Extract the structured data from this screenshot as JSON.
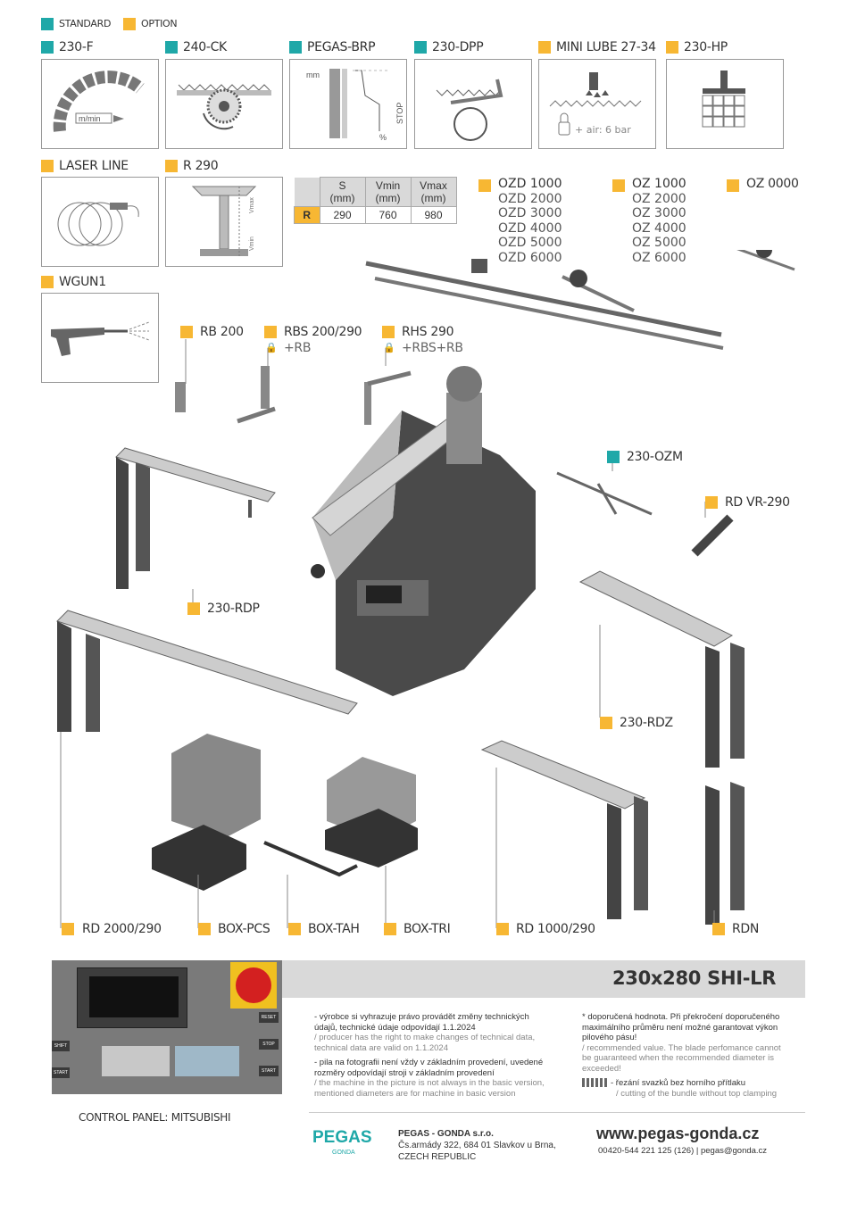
{
  "legend": {
    "standard": "STANDARD",
    "option": "OPTION"
  },
  "colors": {
    "standard": "#1fa8a8",
    "option": "#f7b733",
    "grey_band": "#d9d9d9"
  },
  "row1": [
    {
      "label": "230-F",
      "type": "standard"
    },
    {
      "label": "240-CK",
      "type": "standard"
    },
    {
      "label": "PEGAS-BRP",
      "type": "standard"
    },
    {
      "label": "230-DPP",
      "type": "standard"
    },
    {
      "label": "MINI LUBE 27-34",
      "type": "option"
    },
    {
      "label": "230-HP",
      "type": "option"
    }
  ],
  "icons": {
    "f_unit": "m/min",
    "brp_unit_mm": "mm",
    "brp_unit_pct": "%",
    "brp_stop": "STOP",
    "lube_air": "+ air: 6 bar",
    "r290_vmax": "Vmax",
    "r290_vmin": "Vmin"
  },
  "row2": [
    {
      "label": "LASER LINE"
    },
    {
      "label": "R 290"
    }
  ],
  "r_table": {
    "headers": [
      "S\n(mm)",
      "Vmin\n(mm)",
      "Vmax\n(mm)"
    ],
    "header_lines": [
      [
        "S",
        "(mm)"
      ],
      [
        "Vmin",
        "(mm)"
      ],
      [
        "Vmax",
        "(mm)"
      ]
    ],
    "row_label": "R",
    "values": [
      "290",
      "760",
      "980"
    ]
  },
  "ozd": [
    "OZD 1000",
    "OZD 2000",
    "OZD 3000",
    "OZD 4000",
    "OZD 5000",
    "OZD 6000"
  ],
  "oz": [
    "OZ 1000",
    "OZ 2000",
    "OZ 3000",
    "OZ 4000",
    "OZ 5000",
    "OZ 6000"
  ],
  "oz0000": "OZ 0000",
  "wgun": "WGUN1",
  "rb200": "RB 200",
  "rbs": {
    "label": "RBS 200/290",
    "sub": "+RB"
  },
  "rhs": {
    "label": "RHS 290",
    "sub": "+RBS+RB"
  },
  "ozm": "230-OZM",
  "rdvr": "RD VR-290",
  "rdp": "230-RDP",
  "rdz": "230-RDZ",
  "bottom_row": [
    "RD 2000/290",
    "BOX-PCS",
    "BOX-TAH",
    "BOX-TRI",
    "RD 1000/290",
    "RDN"
  ],
  "panel": {
    "caption": "CONTROL PANEL: MITSUBISHI",
    "buttons": [
      "SHIFT",
      "START",
      "RESET",
      "STOP",
      "START"
    ]
  },
  "model": "230x280 SHI-LR",
  "notes_left": [
    {
      "cz": "- výrobce si vyhrazuje právo provádět změny technických údajů, technické údaje odpovídají 1.1.2024",
      "en": "/ producer has the right to make changes of technical data, technical data are valid on 1.1.2024"
    },
    {
      "cz": "- pila na fotografii není vždy v základním provedení, uvedené rozměry odpovídají stroji v základním provedení",
      "en": "/ the machine in the picture is not always in the basic version, mentioned diameters are for machine in basic version"
    }
  ],
  "notes_right": [
    {
      "cz": "* doporučená hodnota. Při překročení doporučeného maximálního průměru není možné garantovat výkon pilového pásu!",
      "en": "/ recommended value. The blade perfomance cannot be guaranteed when the recommended diameter is exceeded!"
    },
    {
      "cz": "- řezání svazků bez horního přítlaku",
      "en": "/ cutting of the bundle without top clamping"
    }
  ],
  "company": {
    "logo": "PEGAS",
    "logo_sub": "GONDA",
    "name": "PEGAS - GONDA s.r.o.",
    "address": "Čs.armády 322, 684 01 Slavkov u Brna,",
    "country": "CZECH REPUBLIC",
    "web": "www.pegas-gonda.cz",
    "contact": "00420-544 221 125 (126) | pegas@gonda.cz"
  }
}
